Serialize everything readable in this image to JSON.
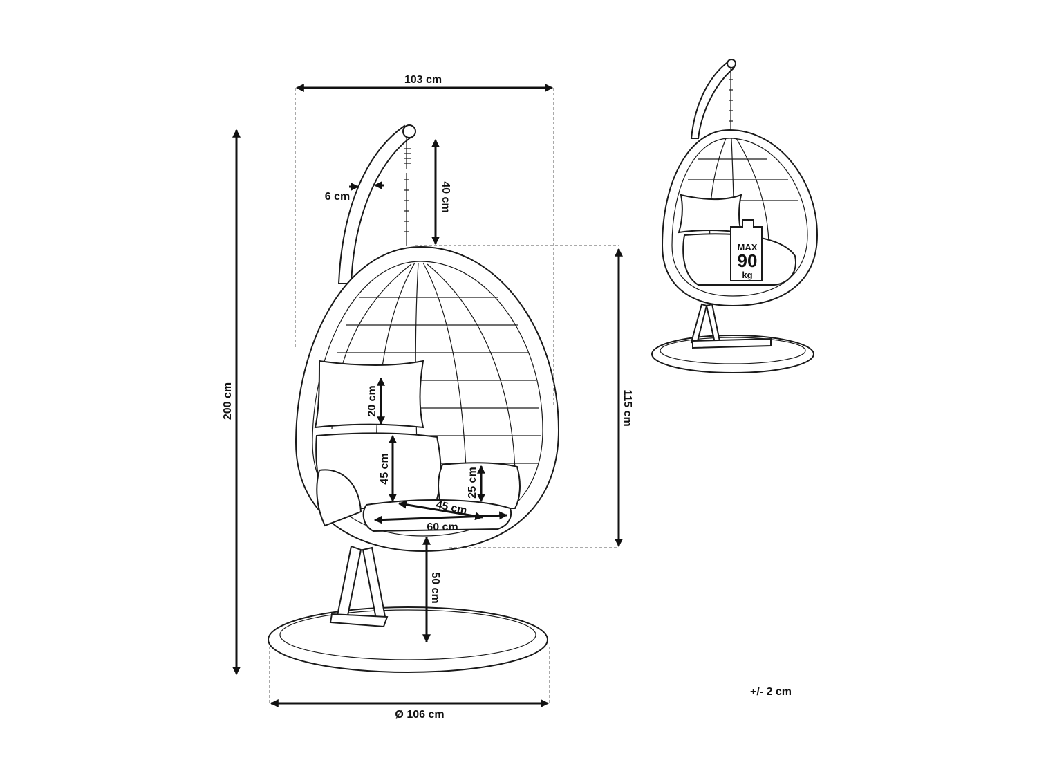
{
  "dimensions": {
    "width_top": "103 cm",
    "frame_tube": "6 cm",
    "chain": "40 cm",
    "total_height": "200 cm",
    "basket_height": "115 cm",
    "pillow_height": "20 cm",
    "backrest_height": "45 cm",
    "armrest_height": "25 cm",
    "seat_depth": "45 cm",
    "seat_width": "60 cm",
    "seat_height": "50 cm",
    "base_diameter": "Ø 106 cm"
  },
  "tolerance": "+/- 2 cm",
  "load_badge": {
    "line1": "MAX",
    "line2": "90",
    "line3": "kg"
  }
}
